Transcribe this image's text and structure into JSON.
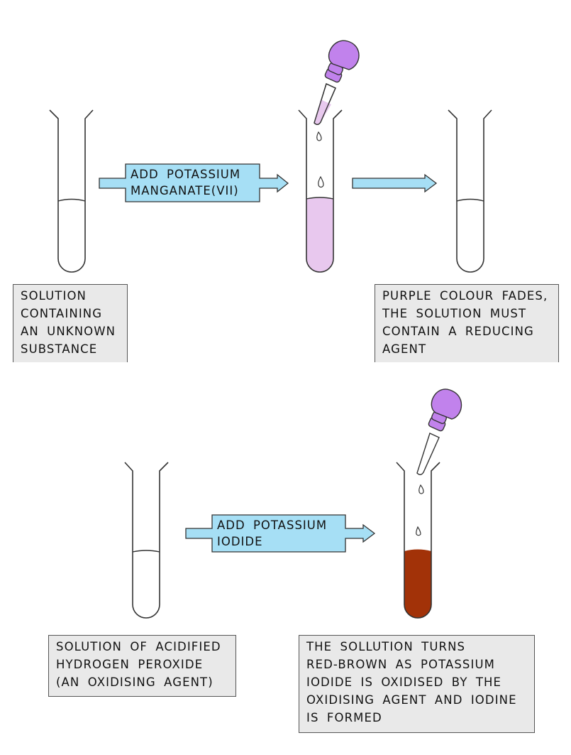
{
  "colors": {
    "arrow_fill": "#a6dff5",
    "permanganate": "#e8c8ee",
    "bulb": "#c182ec",
    "red_brown": "#a23208",
    "label_bg": "#e9e9e9",
    "outline": "#333333"
  },
  "top_row": {
    "arrow_label": [
      "ADD POTASSIUM",
      "MANGANATE(VII)"
    ],
    "left_label": [
      "SOLUTION",
      "CONTAINING",
      "AN UNKNOWN",
      "SUBSTANCE"
    ],
    "right_label": [
      "PURPLE COLOUR FADES,",
      "THE SOLUTION MUST",
      "CONTAIN A REDUCING",
      "AGENT"
    ]
  },
  "bottom_row": {
    "arrow_label": [
      "ADD POTASSIUM",
      "IODIDE"
    ],
    "left_label": [
      "SOLUTION OF ACIDIFIED",
      "HYDROGEN PEROXIDE",
      "(AN OXIDISING AGENT)"
    ],
    "right_label": [
      "THE SOLLUTION TURNS",
      "RED-BROWN AS POTASSIUM",
      "IODIDE IS OXIDISED BY THE",
      "OXIDISING AGENT AND IODINE",
      "IS FORMED"
    ]
  }
}
